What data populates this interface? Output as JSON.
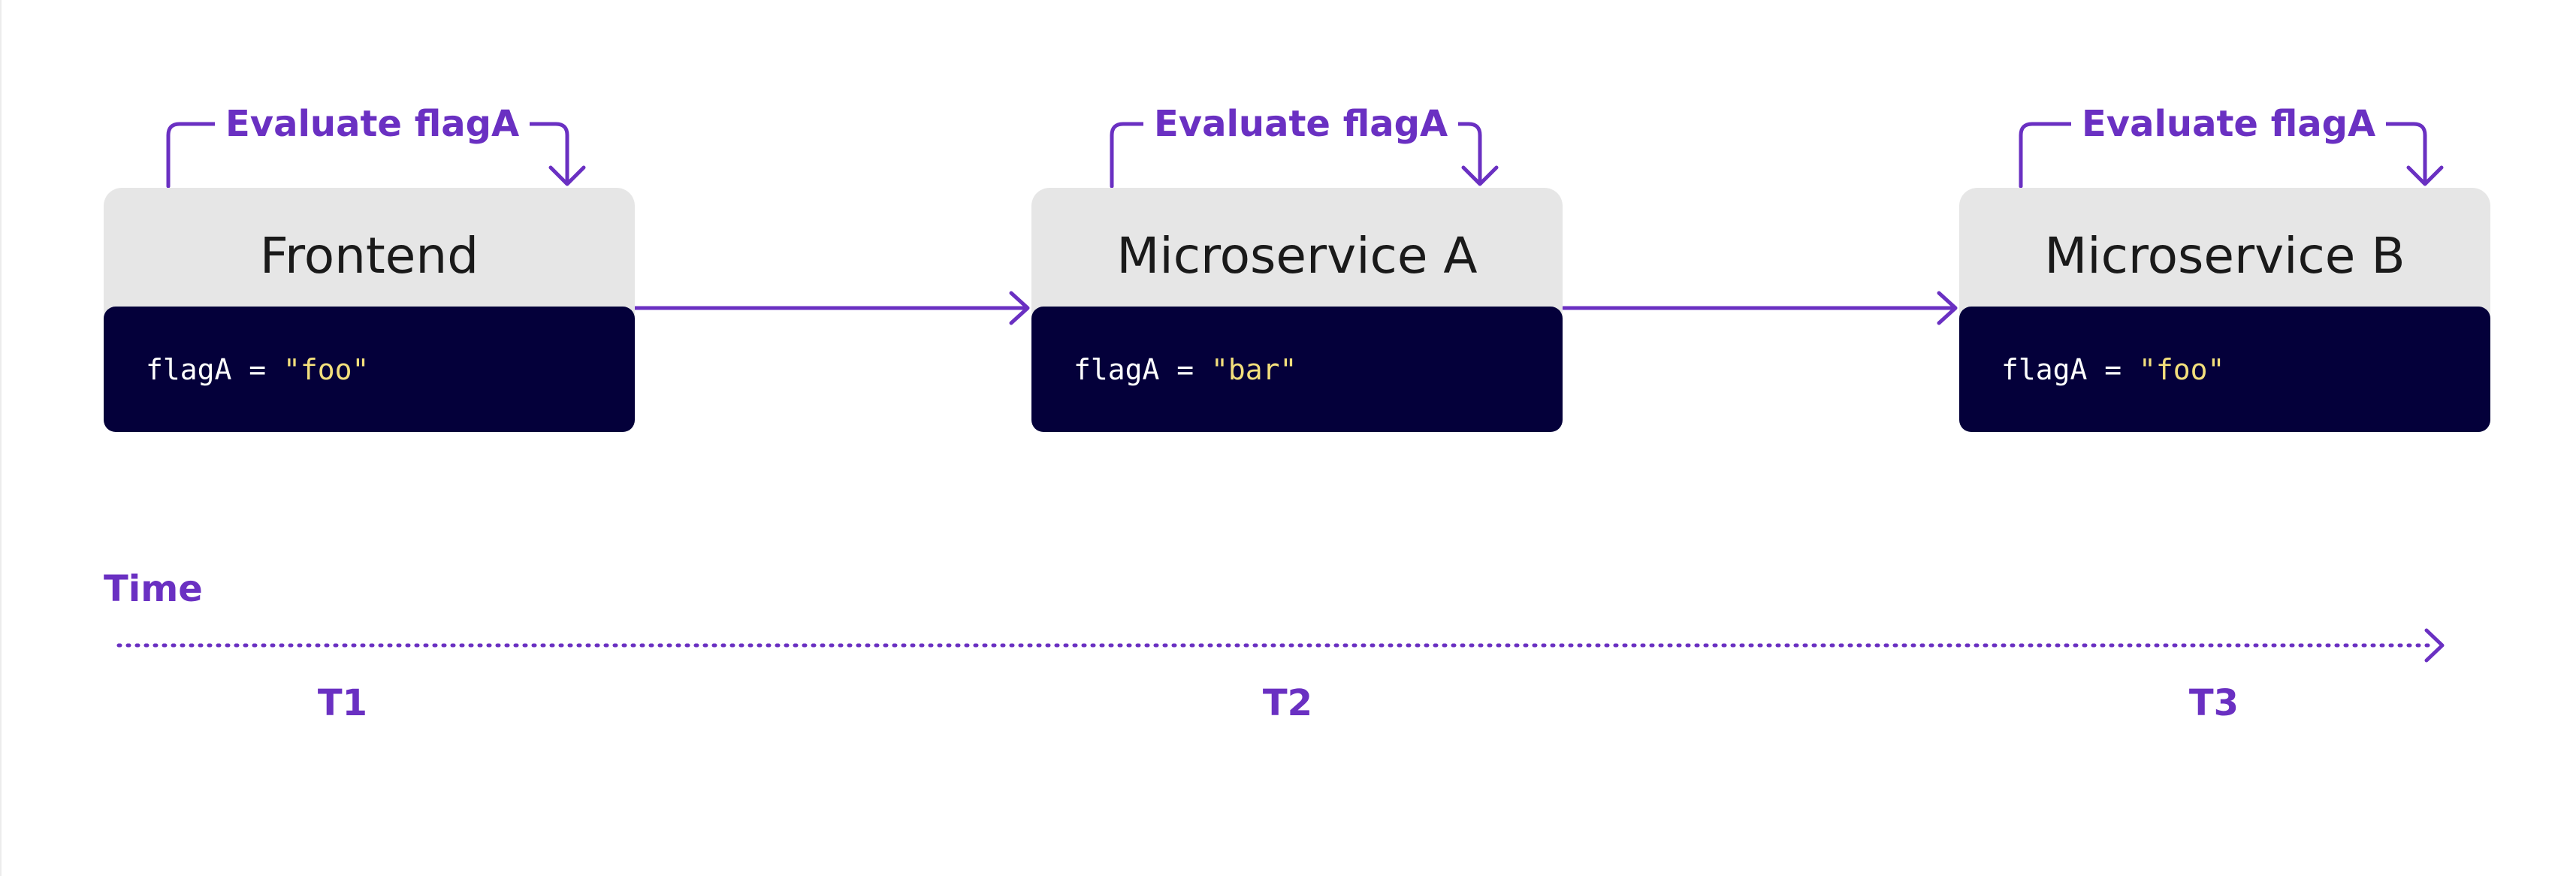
{
  "colors": {
    "accent": "#6a30c2",
    "header_bg": "#e6e6e6",
    "code_bg": "#04003a",
    "code_text": "#ffffff",
    "code_string": "#f3df7c",
    "title_text": "#1a1a1a"
  },
  "services": [
    {
      "title": "Frontend",
      "evaluate_label": "Evaluate flagA",
      "code_var": "flagA = ",
      "code_value": "\"foo\""
    },
    {
      "title": "Microservice A",
      "evaluate_label": "Evaluate flagA",
      "code_var": "flagA = ",
      "code_value": "\"bar\""
    },
    {
      "title": "Microservice B",
      "evaluate_label": "Evaluate flagA",
      "code_var": "flagA = ",
      "code_value": "\"foo\""
    }
  ],
  "timeline": {
    "label": "Time",
    "ticks": [
      "T1",
      "T2",
      "T3"
    ]
  }
}
